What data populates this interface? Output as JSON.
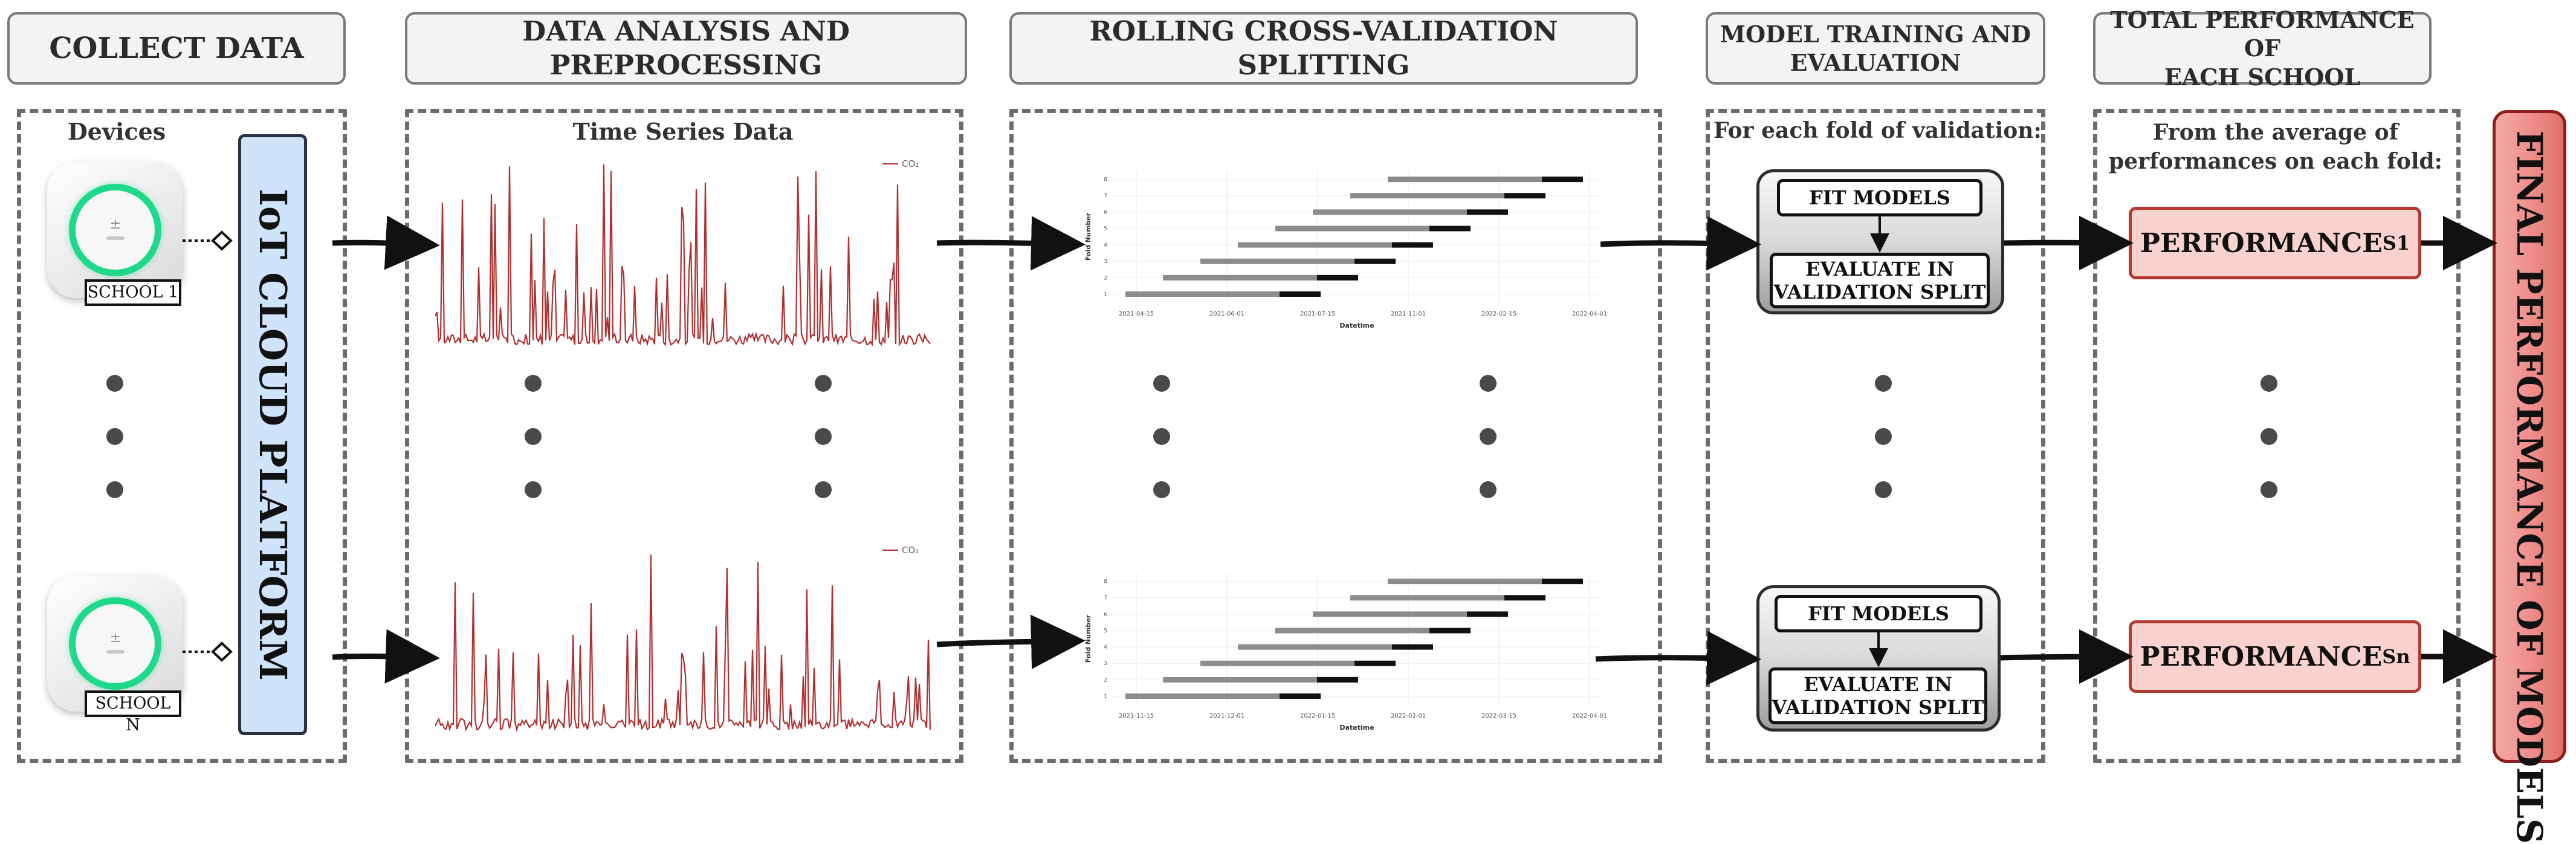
{
  "headers": {
    "collect": "COLLECT DATA",
    "analysis": "DATA ANALYSIS AND PREPROCESSING",
    "rolling": "ROLLING CROSS-VALIDATION SPLITTING",
    "training_line1": "MODEL TRAINING AND",
    "training_line2": "EVALUATION",
    "total_line1": "TOTAL PERFORMANCE OF",
    "total_line2": "EACH SCHOOL"
  },
  "collect": {
    "devices_label": "Devices",
    "school_1": "SCHOOL 1",
    "school_n": "SCHOOL N",
    "cloud_label": "IoT CLOUD PLATFORM"
  },
  "analysis": {
    "time_series_label": "Time Series Data",
    "legend": "CO₂"
  },
  "rolling": {
    "y_axis_label": "Fold Number",
    "x_axis_label": "Datetime",
    "folds": [
      "1",
      "2",
      "3",
      "4",
      "5",
      "6",
      "7",
      "8"
    ],
    "chart_top_dates": [
      "2021-04-15",
      "2021-06-01",
      "2021-07-15",
      "2021-11-01",
      "2022-02-15",
      "2022-04-01"
    ],
    "chart_bottom_dates": [
      "2021-11-15",
      "2021-12-01",
      "2022-01-15",
      "2022-02-01",
      "2022-03-15",
      "2022-04-01"
    ]
  },
  "training": {
    "fold_label": "For each fold of validation:",
    "fit_models": "FIT MODELS",
    "evaluate_line1": "EVALUATE IN",
    "evaluate_line2": "VALIDATION SPLIT"
  },
  "total": {
    "avg_line1": "From the average of",
    "avg_line2": "performances on each fold:",
    "perf_main": "PERFORMANCE",
    "perf_s1_sub": "S1",
    "perf_sn_sub": "Sn"
  },
  "final_label": "FINAL PERFORMANCE OF MODELS",
  "colors": {
    "cloud_fill": "#cfe3fb",
    "ring_green": "#1fd98a",
    "series_red": "#b03030",
    "perf_fill": "#f9d2d0",
    "final_fill": "#ec8a86"
  }
}
